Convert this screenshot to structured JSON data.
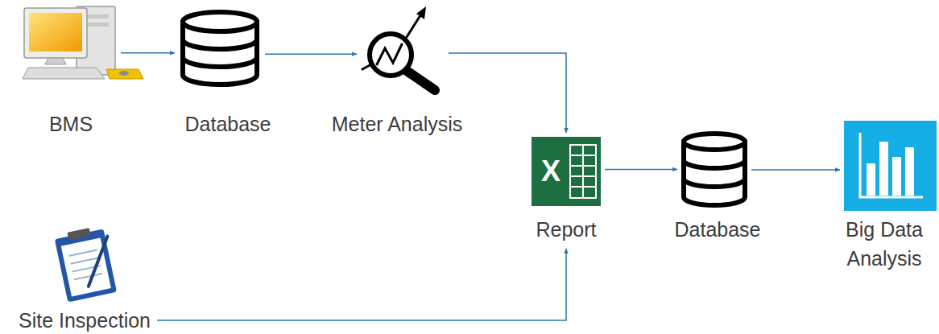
{
  "diagram": {
    "nodes": [
      {
        "text": [
          "BMS"
        ]
      },
      {
        "text": [
          "Database"
        ]
      },
      {
        "text": [
          "Meter Analysis"
        ]
      },
      {
        "text": [
          "Report"
        ]
      },
      {
        "text": [
          "Database"
        ]
      },
      {
        "text": [
          "Big Data Analysis"
        ]
      },
      {
        "text": [
          "Site Inspection"
        ]
      }
    ],
    "edges": [
      {
        "from": 0,
        "to": 1,
        "arrow": "to"
      },
      {
        "from": 1,
        "to": 2,
        "arrow": "to"
      },
      {
        "from": 2,
        "to": 3,
        "arrow": "to"
      },
      {
        "from": 6,
        "to": 3,
        "arrow": "to"
      },
      {
        "from": 3,
        "to": 4,
        "arrow": "to"
      },
      {
        "from": 4,
        "to": 5,
        "arrow": "to"
      }
    ],
    "labels": [
      "X"
    ]
  }
}
